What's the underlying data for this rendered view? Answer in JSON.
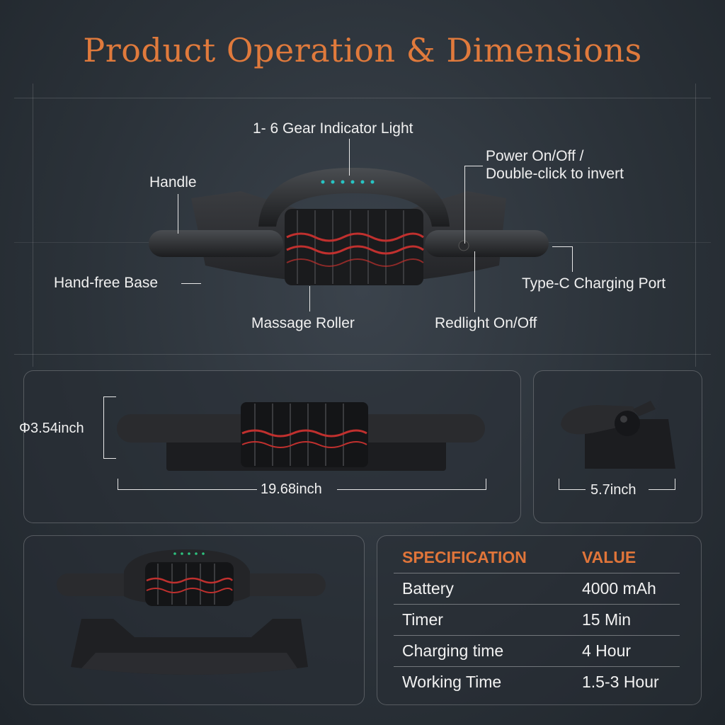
{
  "title": "Product Operation & Dimensions",
  "callouts": {
    "gear_indicator": "1- 6 Gear Indicator Light",
    "power_line1": "Power On/Off /",
    "power_line2": "Double-click to invert",
    "handle": "Handle",
    "base": "Hand-free Base",
    "charging_port": "Type-C Charging Port",
    "roller": "Massage Roller",
    "redlight": "Redlight On/Off"
  },
  "dimensions": {
    "diameter": "Φ3.54inch",
    "length": "19.68inch",
    "depth": "5.7inch"
  },
  "specs": {
    "header": [
      "SPECIFICATION",
      "VALUE"
    ],
    "rows": [
      {
        "name": "Battery",
        "value": "4000 mAh"
      },
      {
        "name": "Timer",
        "value": "15 Min"
      },
      {
        "name": "Charging time",
        "value": "4 Hour"
      },
      {
        "name": "Working Time",
        "value": "1.5-3 Hour"
      }
    ]
  },
  "colors": {
    "accent": "#e07a3c",
    "indicator": "#27c4c4",
    "roller_red": "#c0302e",
    "background": "#2b3239"
  }
}
